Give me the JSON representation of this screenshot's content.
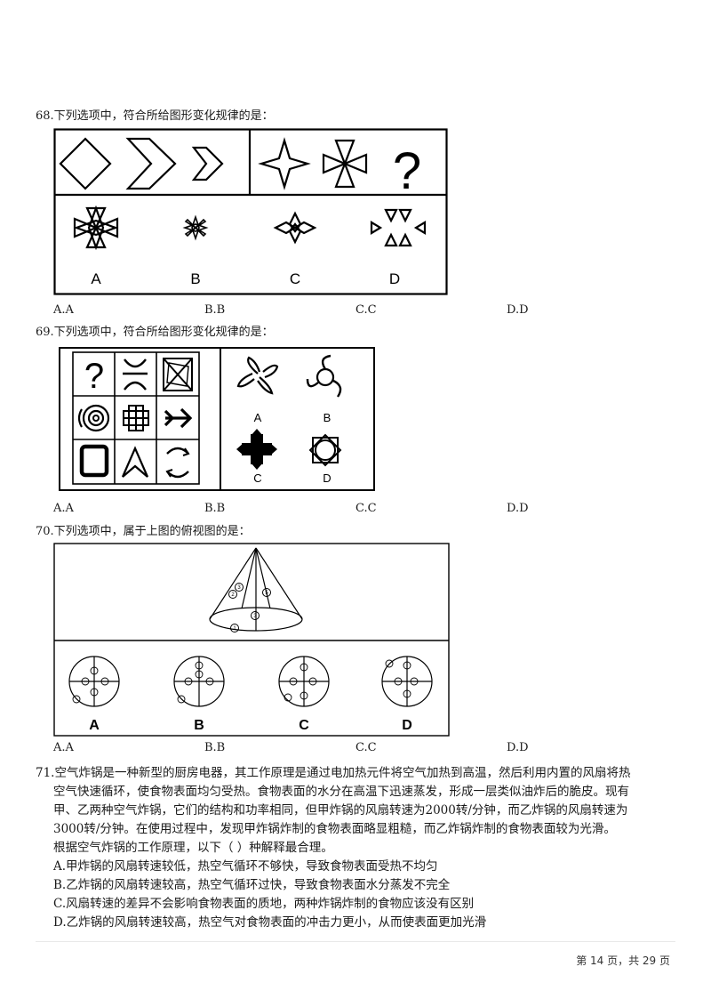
{
  "q68": {
    "stem": "68.下列选项中，符合所给图形变化规律的是：",
    "figure_placeholder": "?",
    "figure_labels": [
      "A",
      "B",
      "C",
      "D"
    ],
    "options": [
      "A.A",
      "B.B",
      "C.C",
      "D.D"
    ]
  },
  "q69": {
    "stem": "69.下列选项中，符合所给图形变化规律的是：",
    "figure_placeholder": "?",
    "figure_labels": [
      "A",
      "B",
      "C",
      "D"
    ],
    "options": [
      "A.A",
      "B.B",
      "C.C",
      "D.D"
    ]
  },
  "q70": {
    "stem": "70.下列选项中，属于上图的俯视图的是：",
    "figure_labels": [
      "A",
      "B",
      "C",
      "D"
    ],
    "circle_numbers": [
      "1",
      "2",
      "3",
      "4",
      "5"
    ],
    "options": [
      "A.A",
      "B.B",
      "C.C",
      "D.D"
    ]
  },
  "q71": {
    "lines": [
      "71.空气炸锅是一种新型的厨房电器，其工作原理是通过电加热元件将空气加热到高温，然后利用内置的风扇将热",
      "空气快速循环，使食物表面均匀受热。食物表面的水分在高温下迅速蒸发，形成一层类似油炸后的脆皮。现有",
      "甲、乙两种空气炸锅，它们的结构和功率相同，但甲炸锅的风扇转速为2000转/分钟，而乙炸锅的风扇转速为",
      "3000转/分钟。在使用过程中，发现甲炸锅炸制的食物表面略显粗糙，而乙炸锅炸制的食物表面较为光滑。",
      "根据空气炸锅的工作原理，以下（    ）种解释最合理。"
    ],
    "options": [
      "A.甲炸锅的风扇转速较低，热空气循环不够快，导致食物表面受热不均匀",
      "B.乙炸锅的风扇转速较高，热空气循环过快，导致食物表面水分蒸发不完全",
      "C.风扇转速的差异不会影响食物表面的质地，两种炸锅炸制的食物应该没有区别",
      "D.乙炸锅的风扇转速较高，热空气对食物表面的冲击力更小，从而使表面更加光滑"
    ]
  },
  "footer": {
    "page_info": "第 14 页，共 29 页"
  }
}
